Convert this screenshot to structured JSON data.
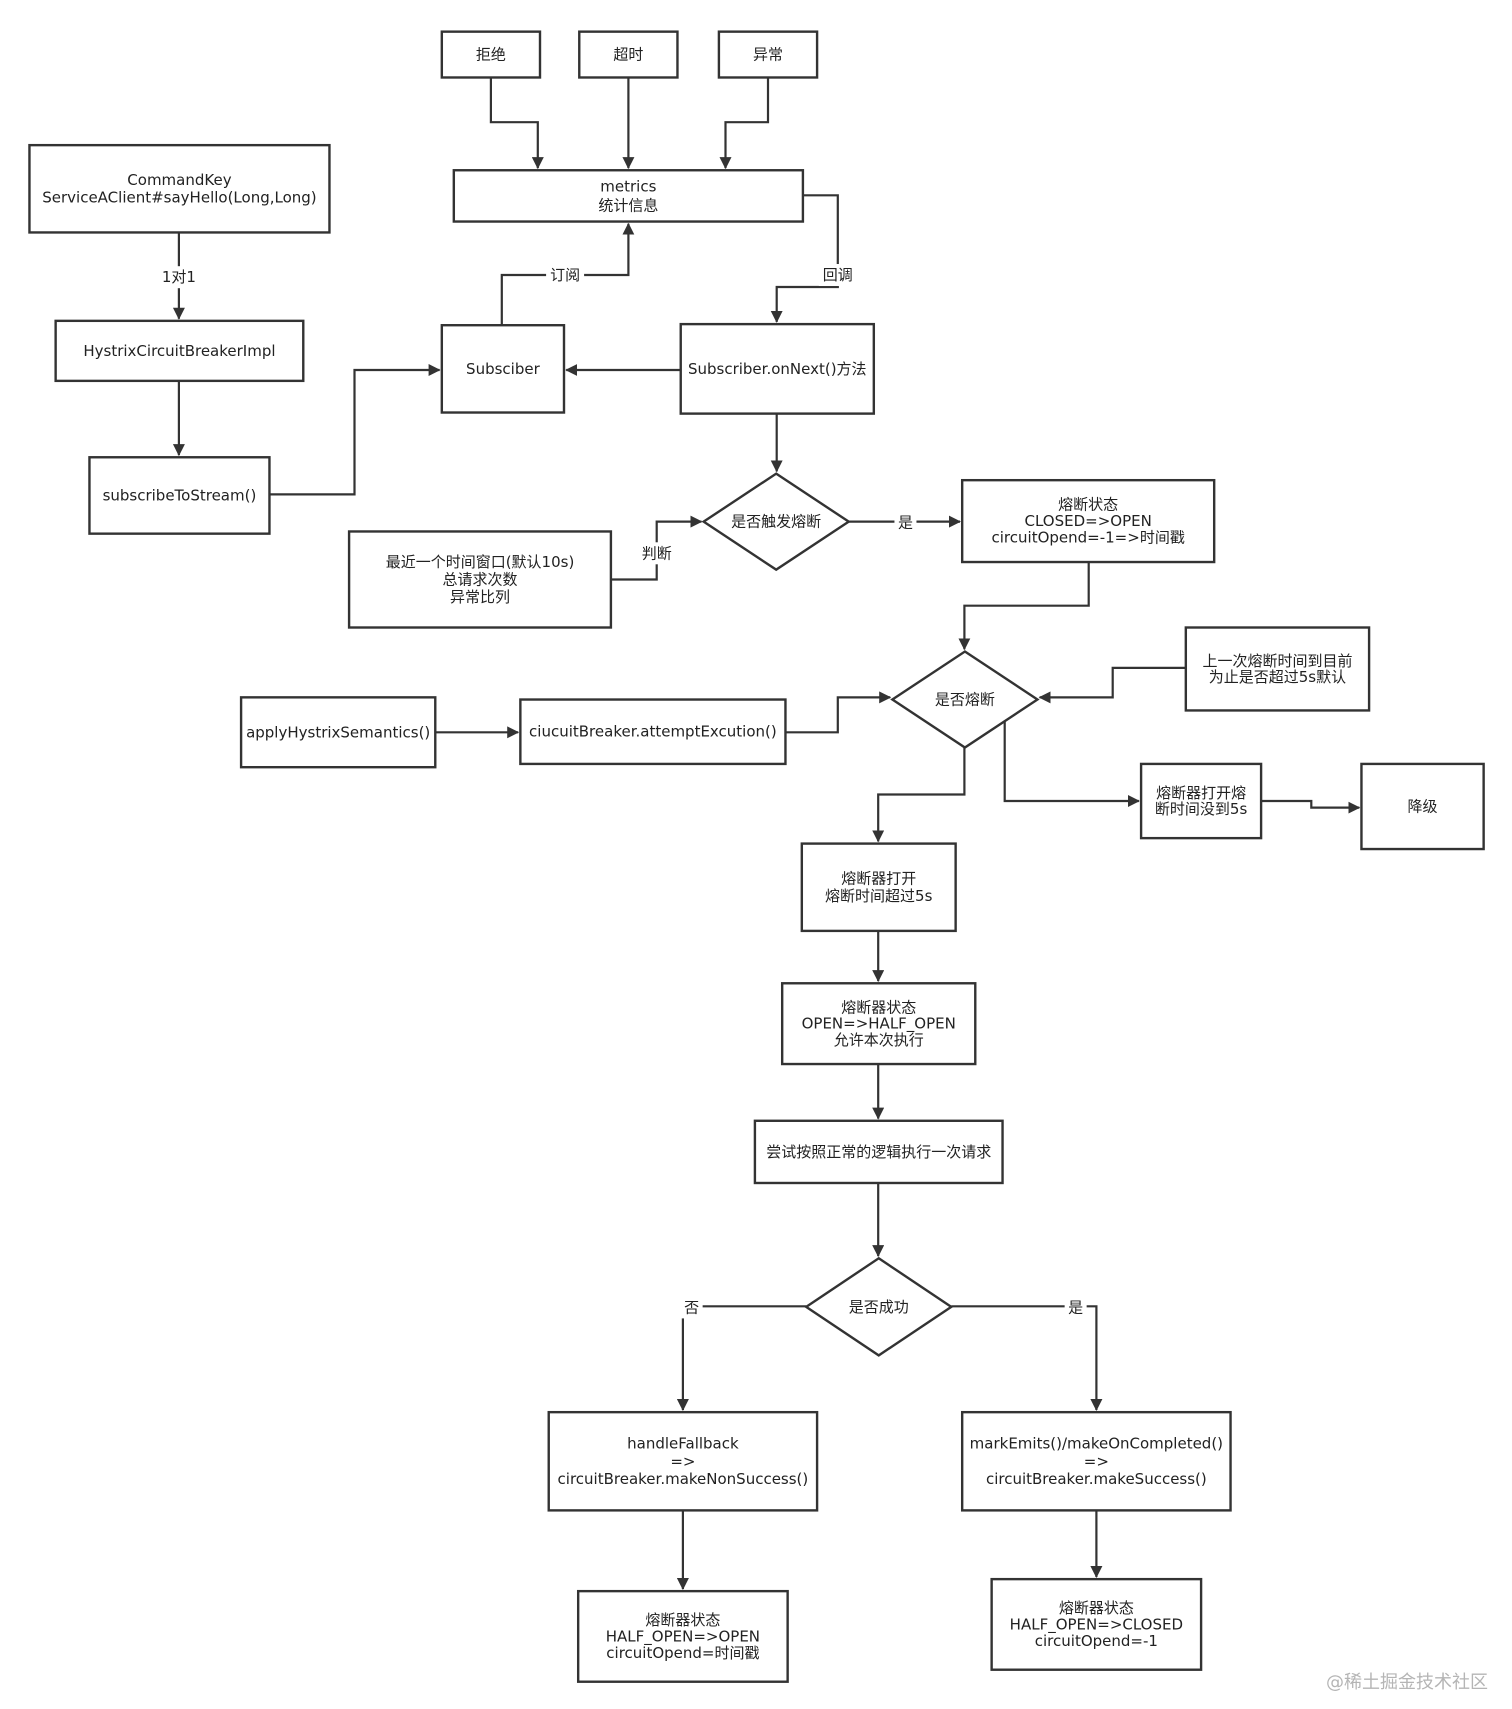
{
  "nodes": [
    {
      "id": "reject",
      "lines": [
        "拒绝"
      ]
    },
    {
      "id": "timeout",
      "lines": [
        "超时"
      ]
    },
    {
      "id": "exception",
      "lines": [
        "异常"
      ]
    },
    {
      "id": "metrics",
      "lines": [
        "metrics",
        "统计信息"
      ]
    },
    {
      "id": "commandkey",
      "lines": [
        "CommandKey",
        "ServiceAClient#sayHello(Long,Long)"
      ]
    },
    {
      "id": "breakerimpl",
      "lines": [
        "HystrixCircuitBreakerImpl"
      ]
    },
    {
      "id": "subscribestream",
      "lines": [
        "subscribeToStream()"
      ]
    },
    {
      "id": "subsciber",
      "lines": [
        "Subsciber"
      ]
    },
    {
      "id": "onnext",
      "lines": [
        "Subscriber.onNext()方法"
      ]
    },
    {
      "id": "trigger-decision",
      "lines": [
        "是否触发熔断"
      ]
    },
    {
      "id": "window",
      "lines": [
        "最近一个时间窗口(默认10s)",
        "总请求次数",
        "异常比列"
      ]
    },
    {
      "id": "state-open",
      "lines": [
        "熔断状态",
        "CLOSED=>OPEN",
        "circuitOpend=-1=>时间戳"
      ]
    },
    {
      "id": "open-decision",
      "lines": [
        "是否熔断"
      ]
    },
    {
      "id": "last-open",
      "lines": [
        "上一次熔断时间到目前",
        "为止是否超过5s默认"
      ]
    },
    {
      "id": "apply-semantics",
      "lines": [
        "applyHystrixSemantics()"
      ]
    },
    {
      "id": "attempt",
      "lines": [
        "ciucuitBreaker.attemptExcution()"
      ]
    },
    {
      "id": "not-5s",
      "lines": [
        "熔断器打开熔",
        "断时间没到5s"
      ]
    },
    {
      "id": "degrade",
      "lines": [
        "降级"
      ]
    },
    {
      "id": "over-5s",
      "lines": [
        "熔断器打开",
        "熔断时间超过5s"
      ]
    },
    {
      "id": "half-open",
      "lines": [
        "熔断器状态",
        "OPEN=>HALF_OPEN",
        "允许本次执行"
      ]
    },
    {
      "id": "try-request",
      "lines": [
        "尝试按照正常的逻辑执行一次请求"
      ]
    },
    {
      "id": "success-decision",
      "lines": [
        "是否成功"
      ]
    },
    {
      "id": "fallback",
      "lines": [
        "handleFallback",
        "=>",
        "circuitBreaker.makeNonSuccess()"
      ]
    },
    {
      "id": "success",
      "lines": [
        "markEmits()/makeOnCompleted()",
        "=>",
        "circuitBreaker.makeSuccess()"
      ]
    },
    {
      "id": "state-reopen",
      "lines": [
        "熔断器状态",
        "HALF_OPEN=>OPEN",
        "circuitOpend=时间戳"
      ]
    },
    {
      "id": "state-closed",
      "lines": [
        "熔断器状态",
        "HALF_OPEN=>CLOSED",
        "circuitOpend=-1"
      ]
    }
  ],
  "edges": [
    {
      "from": "reject",
      "to": "metrics"
    },
    {
      "from": "timeout",
      "to": "metrics"
    },
    {
      "from": "exception",
      "to": "metrics"
    },
    {
      "from": "commandkey",
      "to": "breakerimpl",
      "label": "1对1"
    },
    {
      "from": "breakerimpl",
      "to": "subscribestream"
    },
    {
      "from": "subscribestream",
      "to": "subsciber"
    },
    {
      "from": "subsciber",
      "to": "metrics",
      "label": "订阅"
    },
    {
      "from": "metrics",
      "to": "onnext",
      "label": "回调"
    },
    {
      "from": "onnext",
      "to": "subsciber"
    },
    {
      "from": "onnext",
      "to": "trigger-decision"
    },
    {
      "from": "window",
      "to": "trigger-decision",
      "label": "判断"
    },
    {
      "from": "trigger-decision",
      "to": "state-open",
      "label": "是"
    },
    {
      "from": "state-open",
      "to": "open-decision"
    },
    {
      "from": "last-open",
      "to": "open-decision"
    },
    {
      "from": "apply-semantics",
      "to": "attempt"
    },
    {
      "from": "attempt",
      "to": "open-decision"
    },
    {
      "from": "open-decision",
      "to": "not-5s"
    },
    {
      "from": "not-5s",
      "to": "degrade"
    },
    {
      "from": "open-decision",
      "to": "over-5s"
    },
    {
      "from": "over-5s",
      "to": "half-open"
    },
    {
      "from": "half-open",
      "to": "try-request"
    },
    {
      "from": "try-request",
      "to": "success-decision"
    },
    {
      "from": "success-decision",
      "to": "fallback",
      "label": "否"
    },
    {
      "from": "success-decision",
      "to": "success",
      "label": "是"
    },
    {
      "from": "fallback",
      "to": "state-reopen"
    },
    {
      "from": "success",
      "to": "state-closed"
    }
  ],
  "watermark": "@稀土掘金技术社区"
}
